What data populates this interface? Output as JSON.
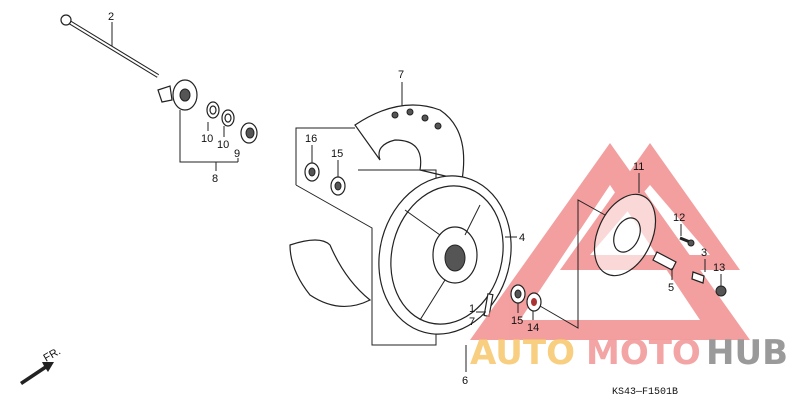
{
  "diagram": {
    "callouts": {
      "axle": "2",
      "washer_a": "10",
      "washer_b": "10",
      "seal_left": "9",
      "gearbox_assembly": "8",
      "tire": "7",
      "seal_16": "16",
      "bearing_15_left": "15",
      "rim": "4",
      "disc": "11",
      "bolt": "12",
      "collar_3": "3",
      "nut": "13",
      "collar_5": "5",
      "valve_1": "1",
      "valve_7": "7",
      "bearing_15_right": "15",
      "seal_14": "14",
      "wheel_assembly": "6"
    },
    "direction_label": "FR.",
    "figure_code": "KS43—F1501B"
  },
  "watermark": {
    "part1": "AUTO",
    "part2": "MOTO",
    "part3": "HUB",
    "colors": {
      "triangle": "#f08080",
      "auto": "#f7c66a",
      "moto": "#f29a9a",
      "hub": "#9a9a9a"
    }
  }
}
